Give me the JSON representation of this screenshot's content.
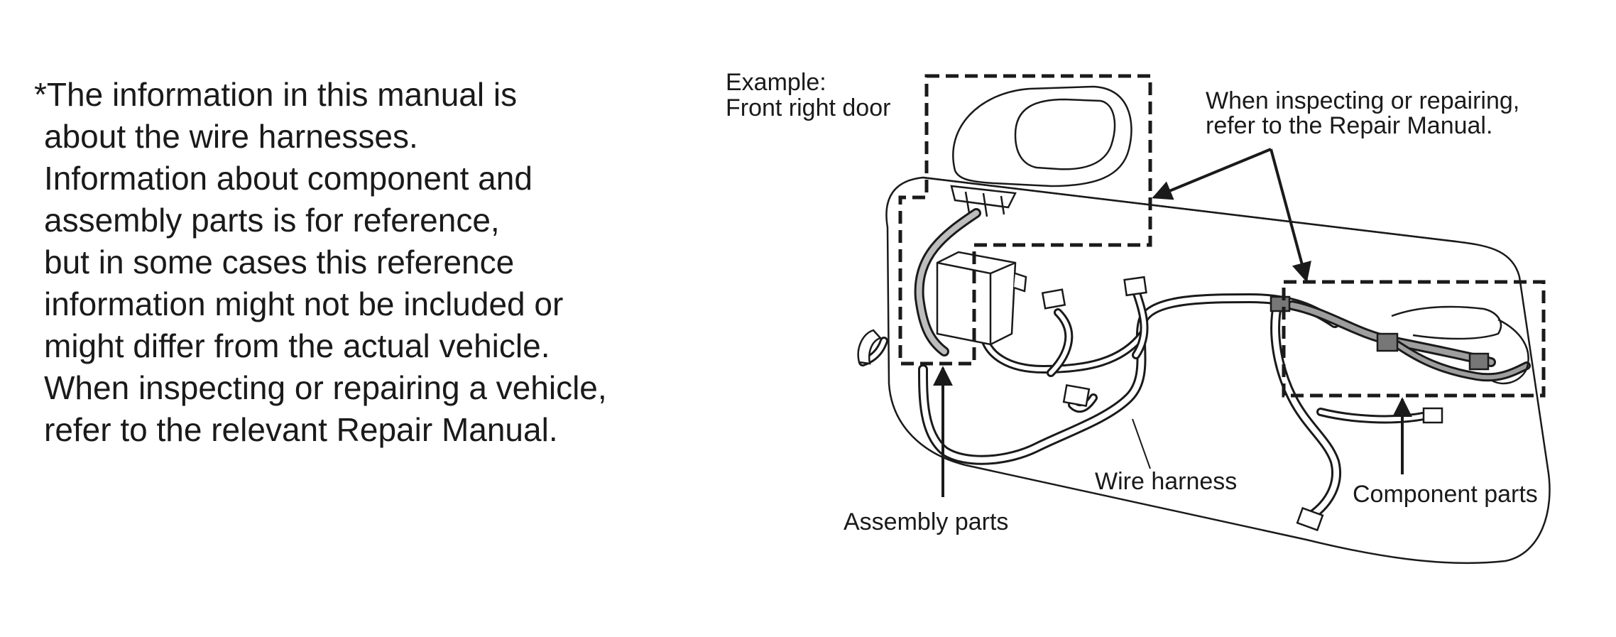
{
  "note": {
    "lines": [
      "*The information in this manual is",
      "about the wire harnesses.",
      "Information about component and",
      "assembly parts is for reference,",
      "but in some cases this reference",
      "information might not be included or",
      "might differ from the actual vehicle.",
      "When inspecting or repairing a vehicle,",
      "refer to the relevant Repair Manual."
    ]
  },
  "diagram": {
    "example_label": "Example:",
    "example_location": "Front right door",
    "callout_line_1": "When inspecting or repairing,",
    "callout_line_2": "refer to the Repair Manual.",
    "wire_harness_label": "Wire harness",
    "assembly_parts_label": "Assembly parts",
    "component_parts_label": "Component parts"
  }
}
